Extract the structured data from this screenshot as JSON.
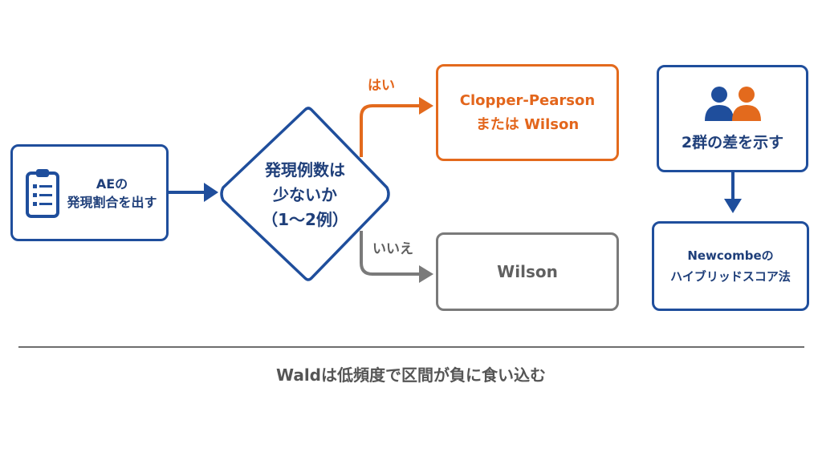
{
  "ae_box": {
    "line1": "AEの",
    "line2": "発現割合を出す",
    "icon": "clipboard-icon"
  },
  "decision": {
    "line1": "発現例数は",
    "line2": "少ないか",
    "line3": "（1〜2例）"
  },
  "branches": {
    "yes": "はい",
    "no": "いいえ"
  },
  "yes_result": {
    "line1": "Clopper-Pearson",
    "line2": "または Wilson"
  },
  "no_result": {
    "label": "Wilson"
  },
  "group_box": {
    "label": "2群の差を示す",
    "icon": "people-icon"
  },
  "newcombe_box": {
    "line1": "Newcombeの",
    "line2": "ハイブリッドスコア法"
  },
  "footer": {
    "note": "Waldは低頻度で区間が負に食い込む"
  },
  "colors": {
    "blue": "#1f4e9c",
    "orange": "#e36a1d",
    "gray": "#7a7a7a"
  }
}
